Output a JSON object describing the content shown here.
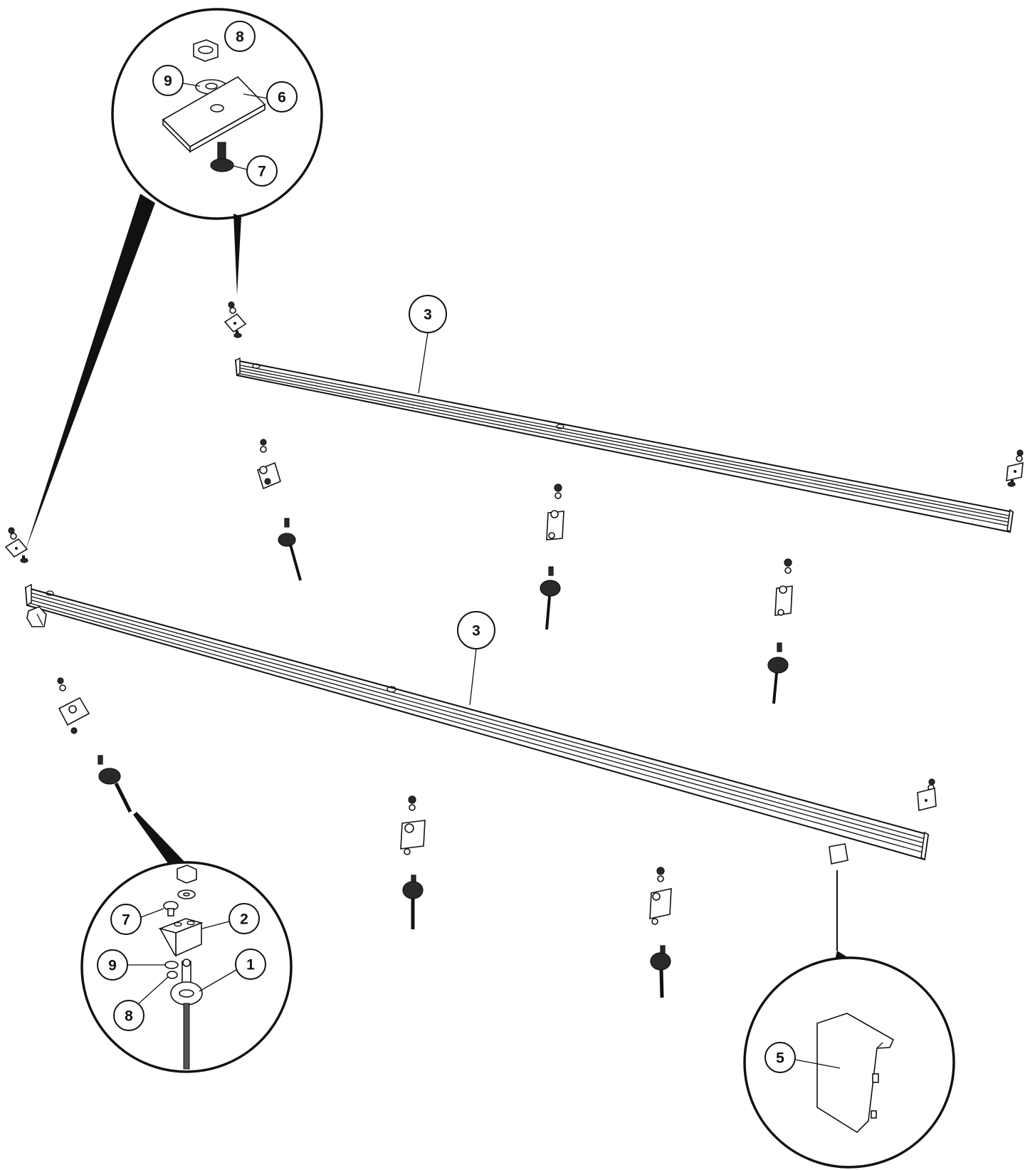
{
  "callouts": {
    "top_detail_8": "8",
    "top_detail_9": "9",
    "top_detail_6": "6",
    "top_detail_7": "7",
    "rail_upper_3": "3",
    "rail_lower_3": "3",
    "bottom_detail_7": "7",
    "bottom_detail_2": "2",
    "bottom_detail_9": "9",
    "bottom_detail_1": "1",
    "bottom_detail_8": "8",
    "cap_detail_5": "5"
  }
}
